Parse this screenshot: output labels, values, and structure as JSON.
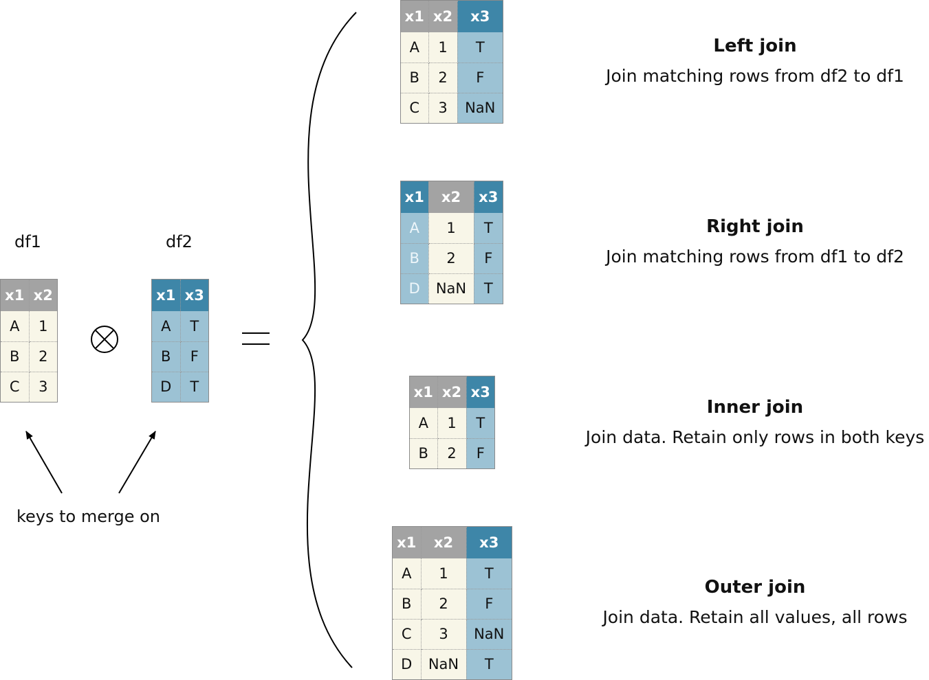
{
  "inputs": {
    "df1": {
      "name": "df1",
      "columns": [
        "x1",
        "x2"
      ],
      "rows": [
        [
          "A",
          "1"
        ],
        [
          "B",
          "2"
        ],
        [
          "C",
          "3"
        ]
      ]
    },
    "df2": {
      "name": "df2",
      "columns": [
        "x1",
        "x3"
      ],
      "rows": [
        [
          "A",
          "T"
        ],
        [
          "B",
          "F"
        ],
        [
          "D",
          "T"
        ]
      ]
    },
    "operator_symbol": "⊗",
    "equals_symbol": "=",
    "keys_caption": "keys to merge on"
  },
  "joins": {
    "left": {
      "title": "Left join",
      "description": "Join matching rows from df2 to df1",
      "columns": [
        "x1",
        "x2",
        "x3"
      ],
      "rows": [
        [
          "A",
          "1",
          "T"
        ],
        [
          "B",
          "2",
          "F"
        ],
        [
          "C",
          "3",
          "NaN"
        ]
      ]
    },
    "right": {
      "title": "Right join",
      "description": "Join matching rows from df1 to df2",
      "columns": [
        "x1",
        "x2",
        "x3"
      ],
      "rows": [
        [
          "A",
          "1",
          "T"
        ],
        [
          "B",
          "2",
          "F"
        ],
        [
          "D",
          "NaN",
          "T"
        ]
      ]
    },
    "inner": {
      "title": "Inner join",
      "description": "Join data. Retain only rows in both keys",
      "columns": [
        "x1",
        "x2",
        "x3"
      ],
      "rows": [
        [
          "A",
          "1",
          "T"
        ],
        [
          "B",
          "2",
          "F"
        ]
      ]
    },
    "outer": {
      "title": "Outer join",
      "description": "Join data. Retain all values, all rows",
      "columns": [
        "x1",
        "x2",
        "x3"
      ],
      "rows": [
        [
          "A",
          "1",
          "T"
        ],
        [
          "B",
          "2",
          "F"
        ],
        [
          "C",
          "3",
          "NaN"
        ],
        [
          "D",
          "NaN",
          "T"
        ]
      ]
    }
  },
  "colors": {
    "df1_header": "#a3a3a3",
    "df2_header": "#3e86a8",
    "df1_cell": "#f8f6e8",
    "df2_cell": "#9cc2d4"
  }
}
